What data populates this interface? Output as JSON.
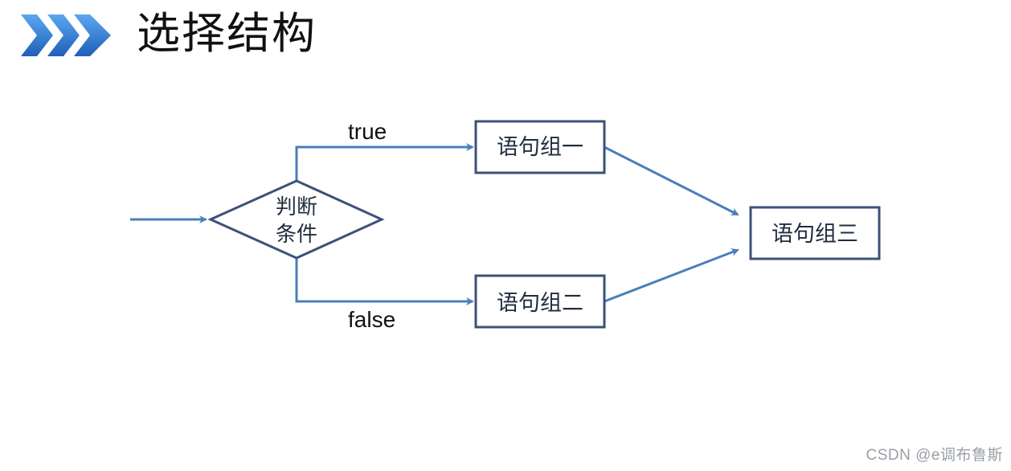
{
  "header": {
    "title": "选择结构",
    "icon": "triple-chevron-icon",
    "accent_color": "#2f7fd8"
  },
  "diagram": {
    "decision": {
      "line1": "判断",
      "line2": "条件"
    },
    "branches": {
      "true_label": "true",
      "false_label": "false"
    },
    "statements": {
      "group_one": "语句组一",
      "group_two": "语句组二",
      "group_three": "语句组三"
    },
    "colors": {
      "arrow": "#4a7ebb",
      "shape_border": "#3b5278"
    }
  },
  "watermark": "CSDN @e调布鲁斯"
}
